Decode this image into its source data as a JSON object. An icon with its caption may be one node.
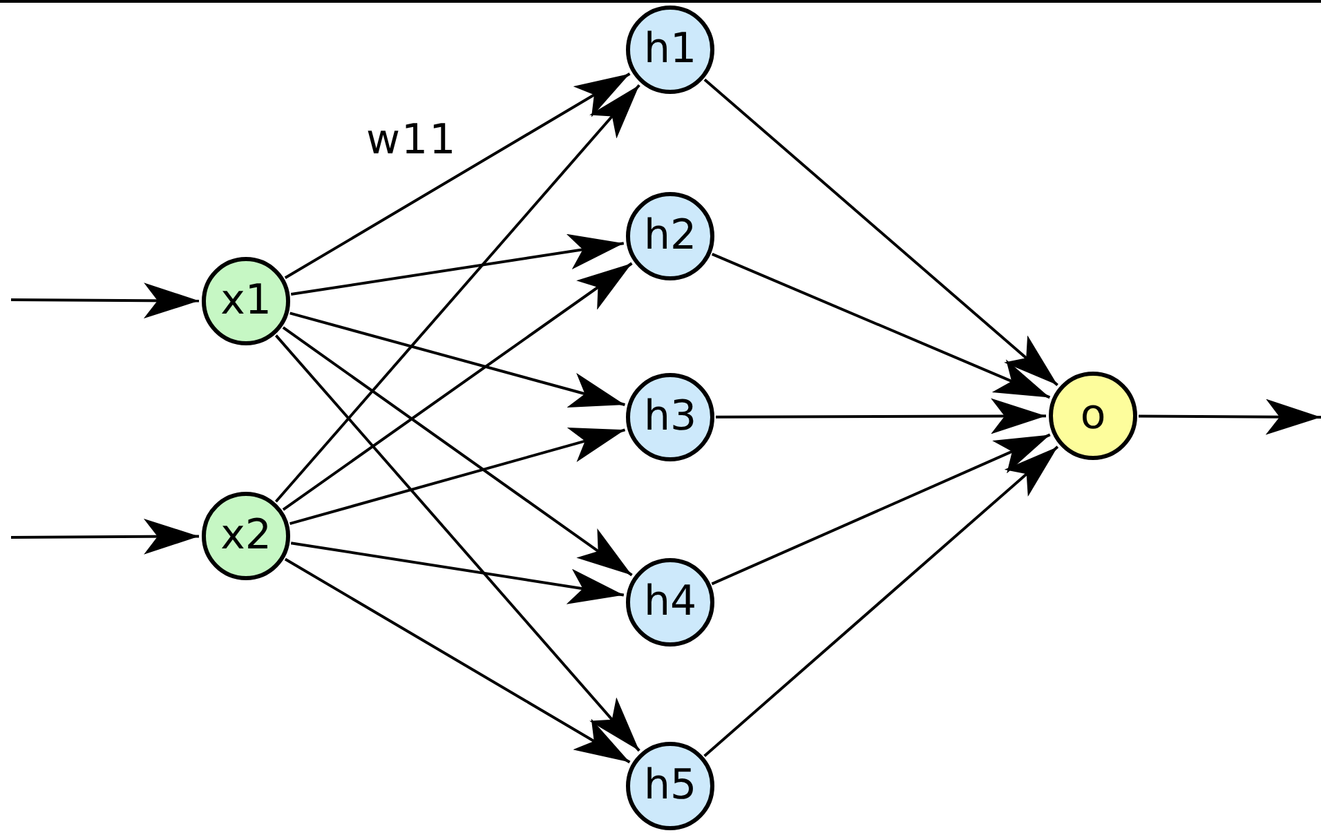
{
  "diagram": {
    "nodes": [
      {
        "text": [
          "x1"
        ]
      },
      {
        "text": [
          "x2"
        ]
      },
      {
        "text": [
          "h1"
        ]
      },
      {
        "text": [
          "h2"
        ]
      },
      {
        "text": [
          "h3"
        ]
      },
      {
        "text": [
          "h4"
        ]
      },
      {
        "text": [
          "h5"
        ]
      },
      {
        "text": [
          "o"
        ]
      }
    ],
    "edges": [
      {
        "from": null,
        "to": 0,
        "arrow": "to"
      },
      {
        "from": null,
        "to": 1,
        "arrow": "to"
      },
      {
        "from": 0,
        "to": 2,
        "arrow": "to"
      },
      {
        "from": 0,
        "to": 3,
        "arrow": "to"
      },
      {
        "from": 0,
        "to": 4,
        "arrow": "to"
      },
      {
        "from": 0,
        "to": 5,
        "arrow": "to"
      },
      {
        "from": 0,
        "to": 6,
        "arrow": "to"
      },
      {
        "from": 1,
        "to": 2,
        "arrow": "to"
      },
      {
        "from": 1,
        "to": 3,
        "arrow": "to"
      },
      {
        "from": 1,
        "to": 4,
        "arrow": "to"
      },
      {
        "from": 1,
        "to": 5,
        "arrow": "to"
      },
      {
        "from": 1,
        "to": 6,
        "arrow": "to"
      },
      {
        "from": 2,
        "to": 7,
        "arrow": "to"
      },
      {
        "from": 3,
        "to": 7,
        "arrow": "to"
      },
      {
        "from": 4,
        "to": 7,
        "arrow": "to"
      },
      {
        "from": 5,
        "to": 7,
        "arrow": "to"
      },
      {
        "from": 6,
        "to": 7,
        "arrow": "to"
      },
      {
        "from": 7,
        "to": null,
        "arrow": "to"
      }
    ],
    "labels": [
      "w11"
    ]
  }
}
